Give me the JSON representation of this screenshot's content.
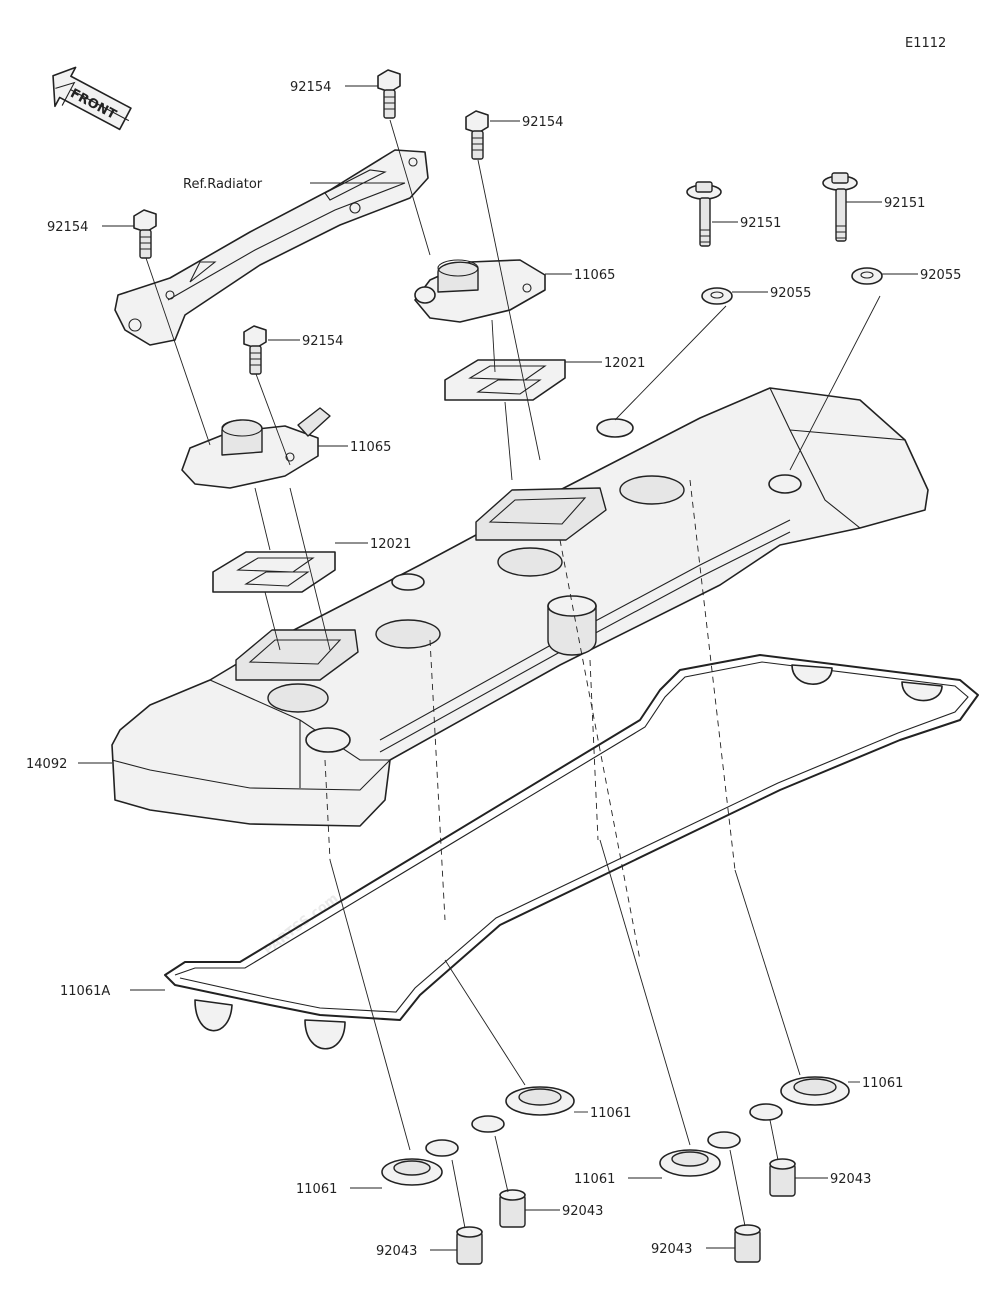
{
  "diagram_code": "E1112",
  "front_arrow_label": "FRONT",
  "watermark": "PARTSS.com",
  "callouts": {
    "bolt_radiator_top": "92154",
    "bolt_center_top": "92154",
    "bolt_left": "92154",
    "bolt_mid_left": "92154",
    "ref_radiator": "Ref.Radiator",
    "breather_cover_right": "11065",
    "breather_cover_left": "11065",
    "reed_plate_right": "12021",
    "reed_plate_left": "12021",
    "bolt_collar_1": "92151",
    "bolt_collar_2": "92151",
    "grommet_1": "92055",
    "grommet_2": "92055",
    "cylinder_head_cover": "14092",
    "cover_gasket": "11061A",
    "plug_gasket_1": "11061",
    "plug_gasket_2": "11061",
    "plug_gasket_3": "11061",
    "plug_gasket_4": "11061",
    "dowel_1": "92043",
    "dowel_2": "92043",
    "dowel_3": "92043",
    "dowel_4": "92043"
  }
}
